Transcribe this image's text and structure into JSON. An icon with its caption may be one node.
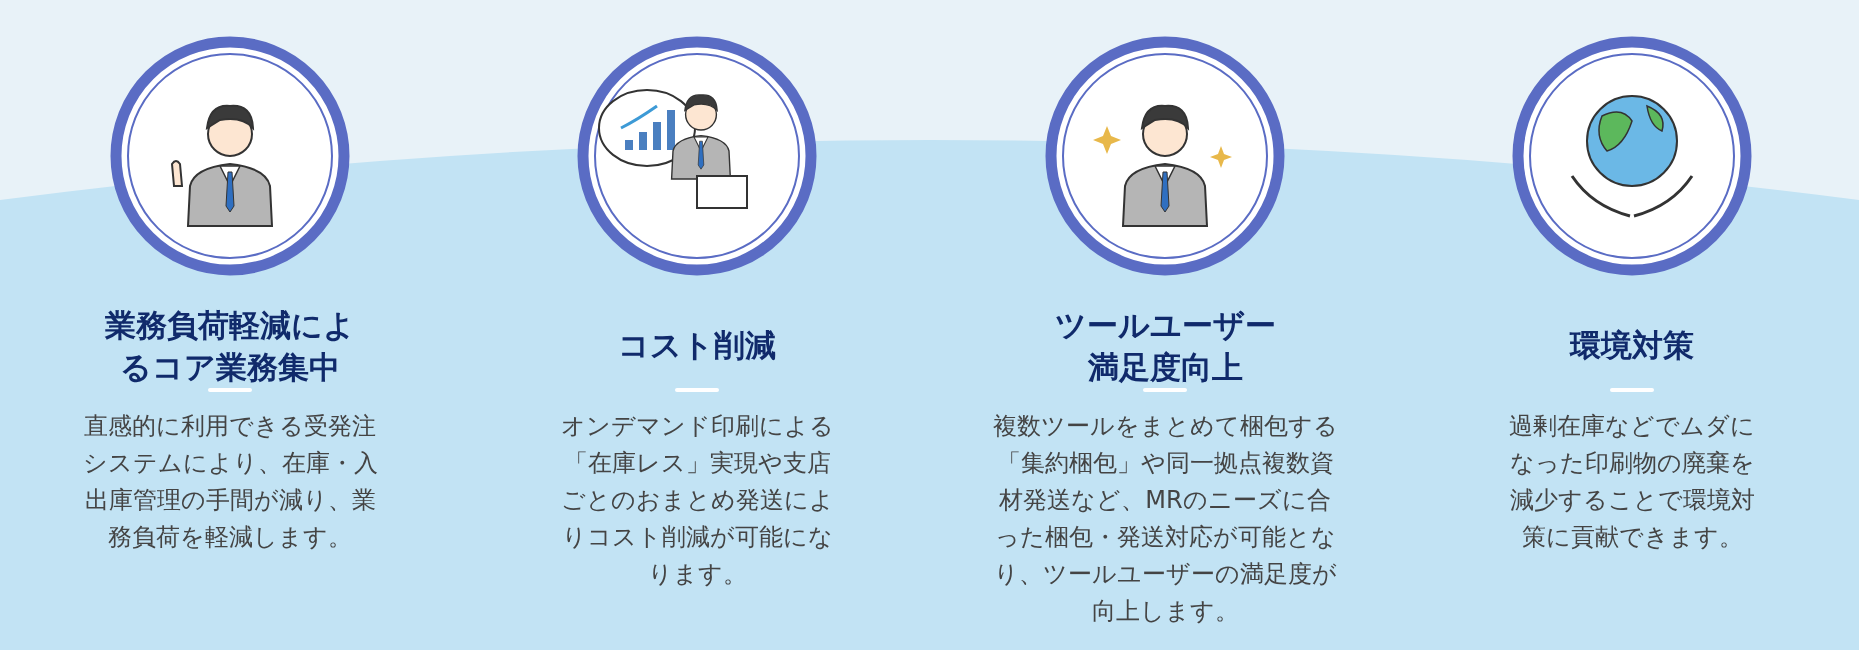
{
  "diagram": {
    "nodes": [
      {
        "text": [
          "業務負荷軽減によるコア業務集中",
          "直感的に利用できる受発注システムにより、在庫・入出庫管理の手間が減り、業務負荷を軽減します。"
        ]
      },
      {
        "text": [
          "コスト削減",
          "オンデマンド印刷による「在庫レス」実現や支店ごとのおまとめ発送によりコスト削減が可能になります。"
        ]
      },
      {
        "text": [
          "ツールユーザー満足度向上",
          "複数ツールをまとめて梱包する「集約梱包」や同一拠点複数資材発送など、MRのニーズに合った梱包・発送対応が可能となり、ツールユーザーの満足度が向上します。"
        ]
      },
      {
        "text": [
          "環境対策",
          "過剰在庫などでムダになった印刷物の廃棄を減少することで環境対策に貢献できます。"
        ]
      }
    ]
  }
}
